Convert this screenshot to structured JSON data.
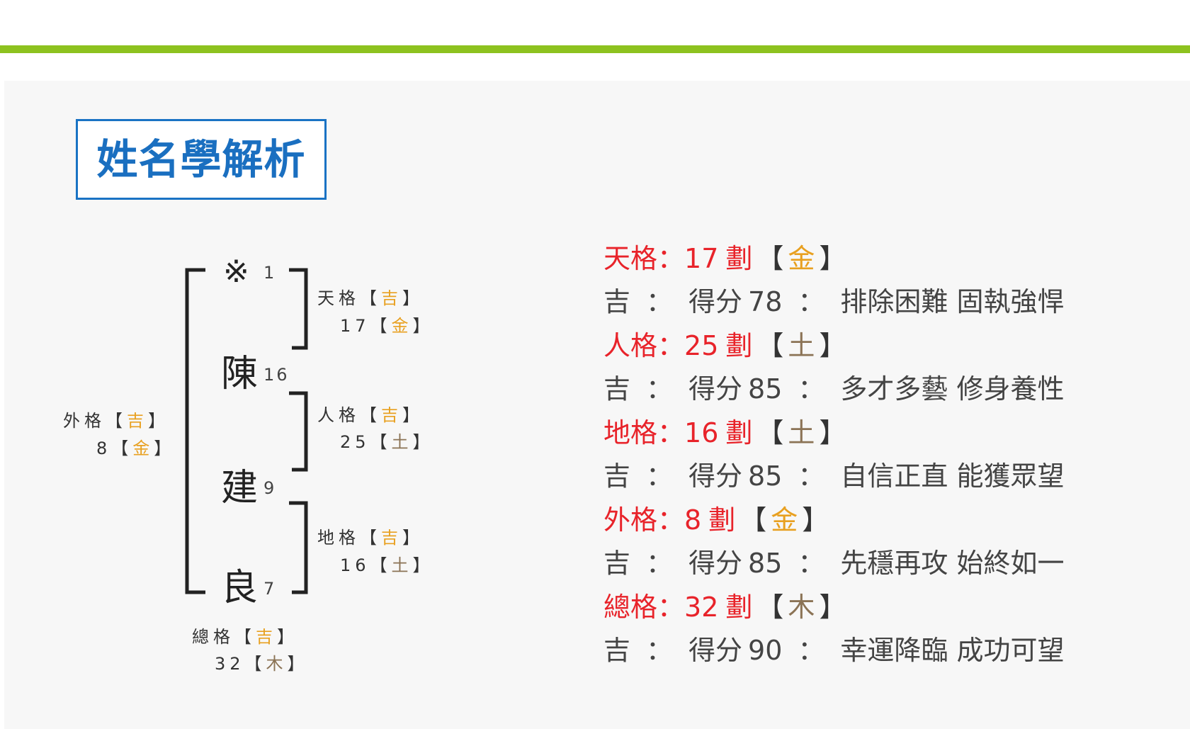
{
  "title": "姓名學解析",
  "colors": {
    "accent_green": "#8dc21f",
    "title_blue": "#1a6fc0",
    "heading_red": "#e8232a",
    "gold": "#e8a020",
    "brown": "#8b7355"
  },
  "name_chars": [
    {
      "char": "※",
      "strokes": "1"
    },
    {
      "char": "陳",
      "strokes": "16"
    },
    {
      "char": "建",
      "strokes": "9"
    },
    {
      "char": "良",
      "strokes": "7"
    }
  ],
  "diagram": {
    "tian": {
      "label": "天格",
      "luck": "吉",
      "num": "17",
      "element": "金"
    },
    "ren": {
      "label": "人格",
      "luck": "吉",
      "num": "25",
      "element": "土"
    },
    "di": {
      "label": "地格",
      "luck": "吉",
      "num": "16",
      "element": "土"
    },
    "wai": {
      "label": "外格",
      "luck": "吉",
      "num": "8",
      "element": "金"
    },
    "zong": {
      "label": "總格",
      "luck": "吉",
      "num": "32",
      "element": "木"
    }
  },
  "analysis": [
    {
      "label": "天格",
      "count": "17",
      "unit": "劃",
      "element": "金",
      "luck": "吉",
      "score_label": "得分",
      "score": "78",
      "desc": "排除困難 固執強悍"
    },
    {
      "label": "人格",
      "count": "25",
      "unit": "劃",
      "element": "土",
      "luck": "吉",
      "score_label": "得分",
      "score": "85",
      "desc": "多才多藝 修身養性"
    },
    {
      "label": "地格",
      "count": "16",
      "unit": "劃",
      "element": "土",
      "luck": "吉",
      "score_label": "得分",
      "score": "85",
      "desc": "自信正直 能獲眾望"
    },
    {
      "label": "外格",
      "count": "8",
      "unit": "劃",
      "element": "金",
      "luck": "吉",
      "score_label": "得分",
      "score": "85",
      "desc": "先穩再攻 始終如一"
    },
    {
      "label": "總格",
      "count": "32",
      "unit": "劃",
      "element": "木",
      "luck": "吉",
      "score_label": "得分",
      "score": "90",
      "desc": "幸運降臨 成功可望"
    }
  ]
}
